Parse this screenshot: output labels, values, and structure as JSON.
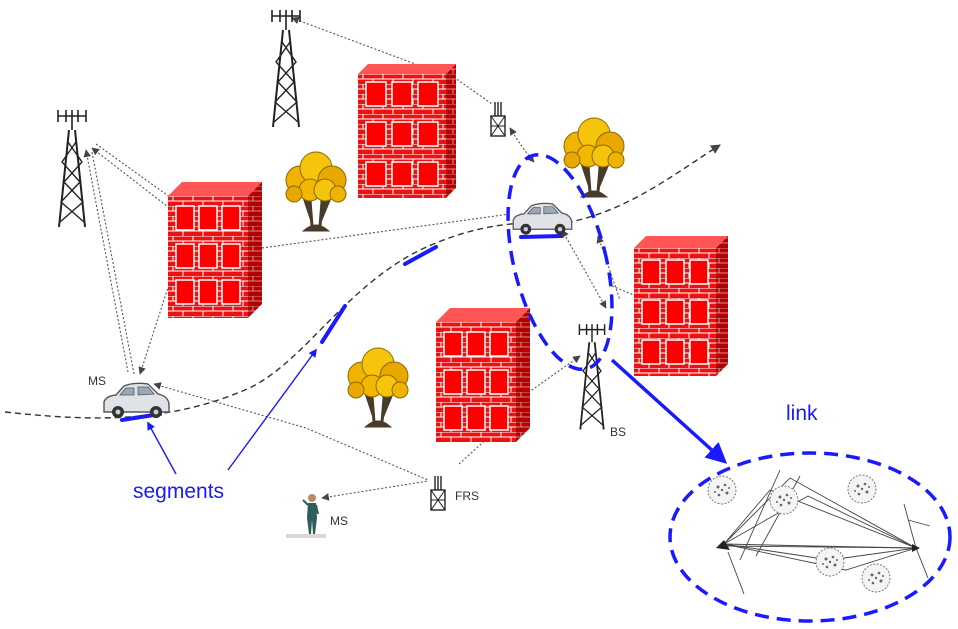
{
  "labels": {
    "ms_car": "MS",
    "ms_person": "MS",
    "frs": "FRS",
    "bs": "BS",
    "segments": "segments",
    "link": "link"
  },
  "colors": {
    "brick": "#ee1111",
    "brick_side": "#b30000",
    "mortar": "#ffffff",
    "accent_blue": "#1a1aff",
    "dash_path": "#333333",
    "tree": "#f0b400"
  },
  "icons": [
    "tower-icon",
    "building-icon",
    "tree-icon",
    "car-icon",
    "person-icon",
    "relay-icon",
    "scatterer-icon"
  ]
}
